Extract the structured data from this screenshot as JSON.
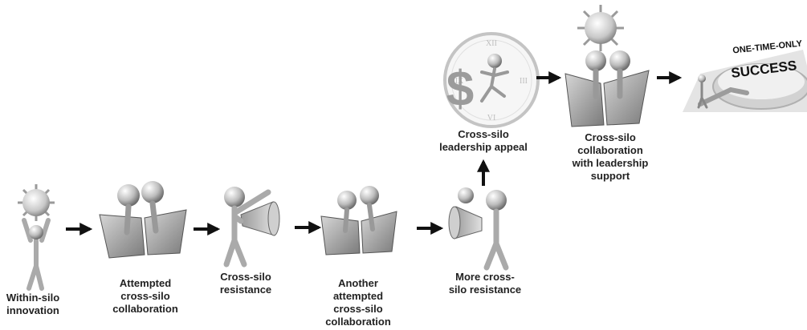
{
  "steps": [
    {
      "id": "within-silo-innovation",
      "label": "Within-silo\ninnovation"
    },
    {
      "id": "attempted-collaboration",
      "label": "Attempted\ncross-silo\ncollaboration"
    },
    {
      "id": "cross-silo-resistance",
      "label": "Cross-silo\nresistance"
    },
    {
      "id": "another-attempted-collaboration",
      "label": "Another\nattempted\ncross-silo\ncollaboration"
    },
    {
      "id": "more-resistance",
      "label": "More cross-\nsilo resistance"
    },
    {
      "id": "leadership-appeal",
      "label": "Cross-silo\nleadership appeal"
    },
    {
      "id": "collaboration-with-leadership",
      "label": "Cross-silo\ncollaboration\nwith leadership\nsupport"
    }
  ],
  "success_sign": {
    "line1": "ONE-TIME-ONLY",
    "line2": "SUCCESS"
  },
  "dollar_symbol": "$",
  "icons": [
    "sun-icon",
    "laptop-icon",
    "megaphone-icon",
    "clock-icon",
    "person-figure-icon",
    "arrow-right-icon",
    "arrow-up-icon"
  ]
}
